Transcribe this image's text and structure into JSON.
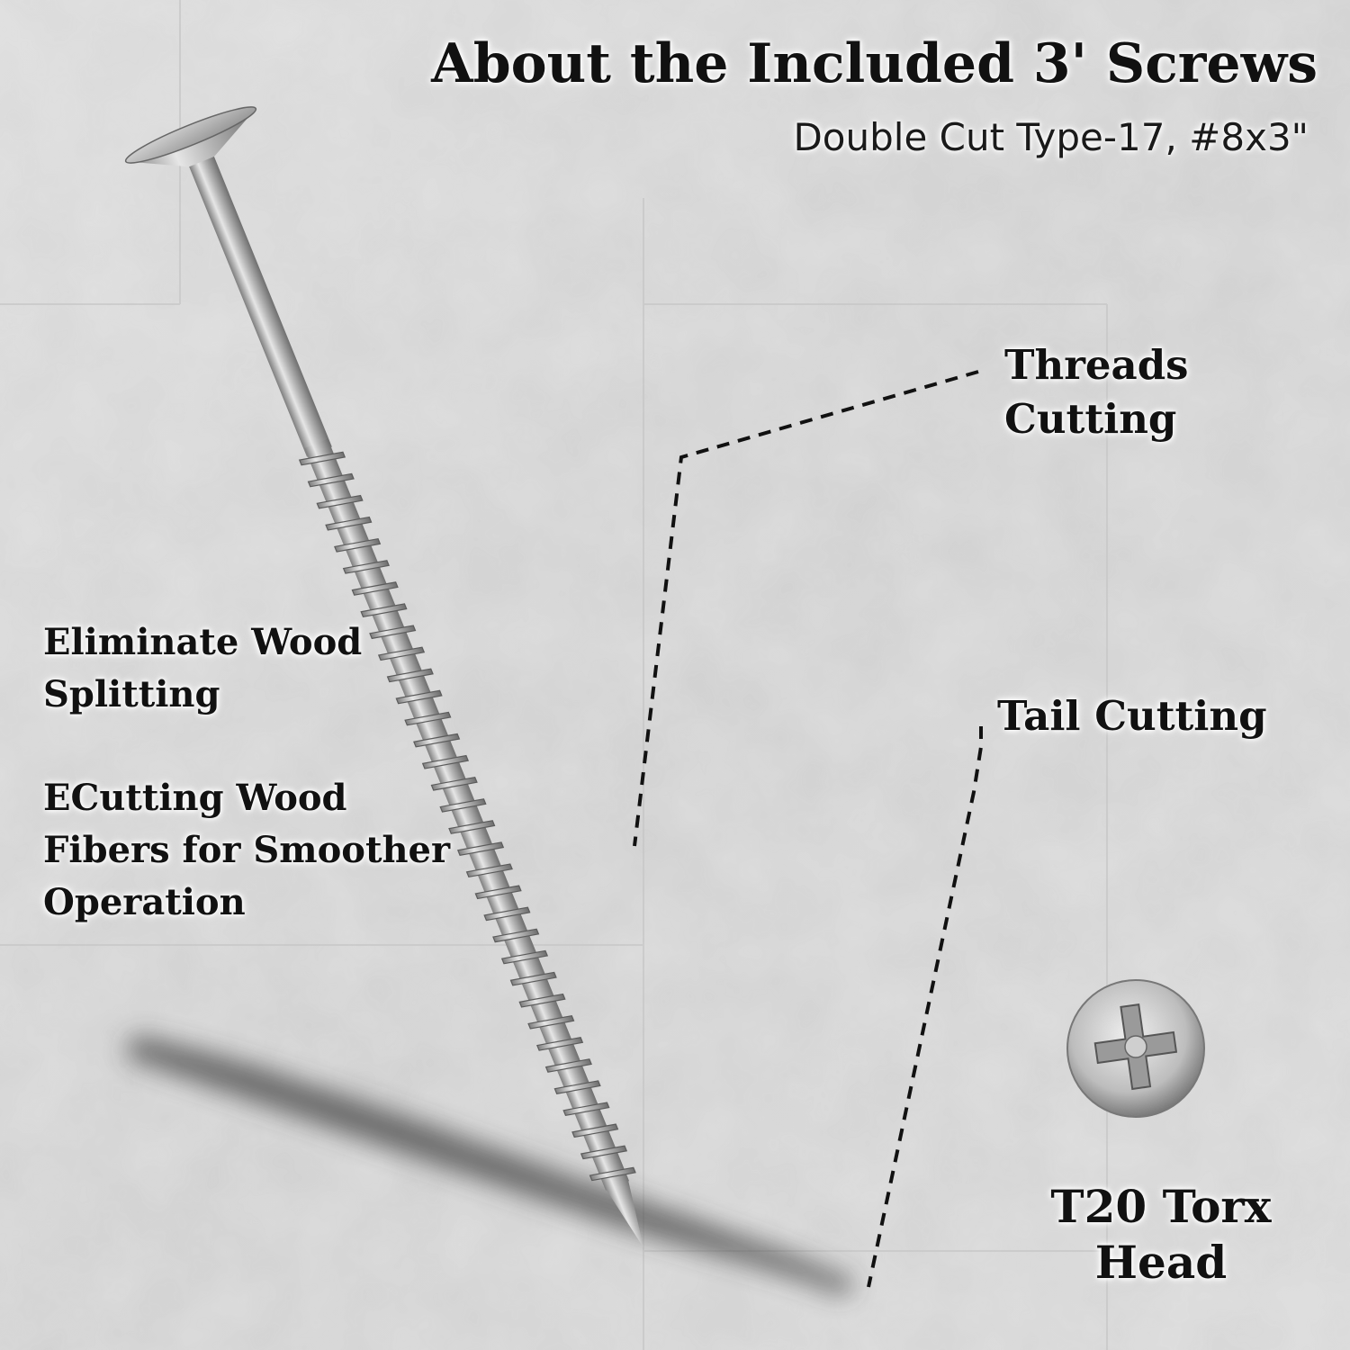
{
  "header": {
    "title": "About the Included 3' Screws",
    "subtitle": "Double Cut Type-17, #8x3\""
  },
  "callouts": {
    "threads_cutting": [
      "Threads",
      "Cutting"
    ],
    "tail_cutting": "Tail Cutting",
    "eliminate_splitting": [
      "Eliminate Wood",
      "Splitting"
    ],
    "cutting_fibers": [
      "ECutting Wood",
      "Fibers for Smoother",
      "Operation"
    ],
    "torx_head": [
      "T20 Torx",
      "Head"
    ]
  },
  "icons": {
    "screw": "screw-illustration",
    "head": "screw-head-phillips-icon"
  },
  "colors": {
    "background": "#d6d6d6",
    "text": "#111111",
    "metal": "#bfbfbf"
  }
}
